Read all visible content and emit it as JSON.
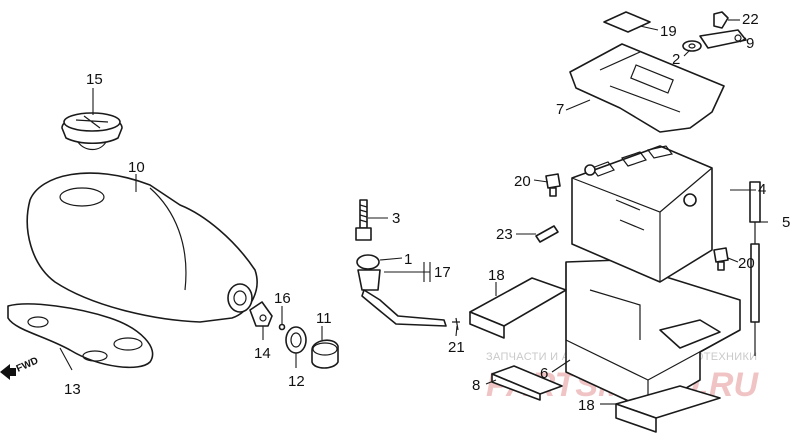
{
  "callouts": {
    "c1": "1",
    "c2": "2",
    "c3": "3",
    "c4": "4",
    "c5": "5",
    "c6": "6",
    "c7": "7",
    "c8": "8",
    "c9": "9",
    "c10": "10",
    "c11": "11",
    "c12": "12",
    "c13": "13",
    "c14": "14",
    "c15": "15",
    "c16": "16",
    "c17": "17",
    "c18a": "18",
    "c18b": "18",
    "c19": "19",
    "c20a": "20",
    "c20b": "20",
    "c21": "21",
    "c22": "22",
    "c23": "23"
  },
  "direction_label": "FWD",
  "watermark": {
    "caption": "ЗАПЧАСТИ И АКСЕССУАРЫ ДЛЯ МОТОТЕХНИКИ",
    "logo": "PARTSMOTO.RU",
    "color": "#f0c4c4"
  }
}
